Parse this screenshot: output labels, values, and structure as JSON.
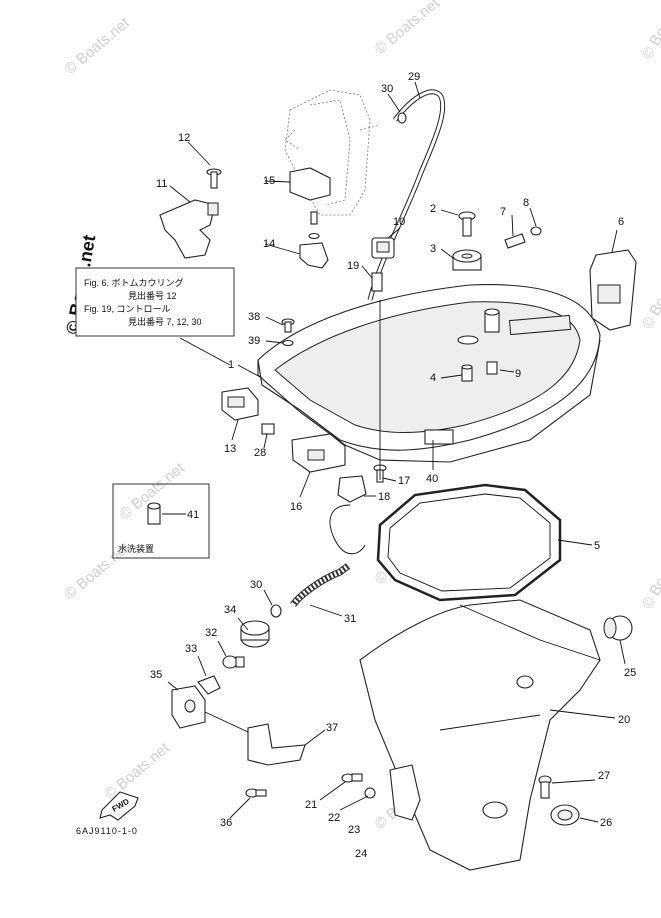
{
  "watermark": "© Boats.net",
  "brand_side": "© Boats.net",
  "note_box": {
    "line1": "Fig. 6. ボトムカウリング",
    "line2": "見出番号 12",
    "line3": "Fig. 19, コントロール",
    "line4": "見出番号 7, 12, 30"
  },
  "inset_box": {
    "label": "水洗装置"
  },
  "fwd_label": "FWD",
  "footer_code": "6AJ9110-1-0",
  "callouts": [
    "29",
    "30",
    "12",
    "15",
    "11",
    "10",
    "2",
    "7",
    "8",
    "6",
    "3",
    "14",
    "19",
    "38",
    "39",
    "1",
    "4",
    "9",
    "13",
    "28",
    "40",
    "16",
    "17",
    "18",
    "41",
    "5",
    "30",
    "31",
    "34",
    "32",
    "33",
    "35",
    "37",
    "25",
    "20",
    "21",
    "22",
    "27",
    "26",
    "36",
    "23",
    "24"
  ]
}
